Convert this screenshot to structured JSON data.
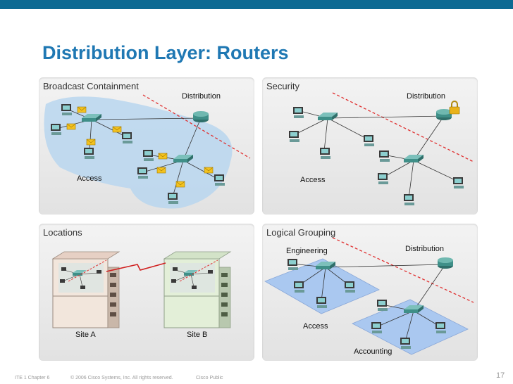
{
  "slide": {
    "title": "Distribution Layer: Routers",
    "page_number": "17"
  },
  "panels": {
    "broadcast": {
      "title": "Broadcast Containment",
      "distribution": "Distribution",
      "access": "Access"
    },
    "security": {
      "title": "Security",
      "distribution": "Distribution",
      "access": "Access"
    },
    "locations": {
      "title": "Locations",
      "site_a": "Site A",
      "site_b": "Site B"
    },
    "grouping": {
      "title": "Logical Grouping",
      "engineering": "Engineering",
      "distribution": "Distribution",
      "access": "Access",
      "accounting": "Accounting"
    }
  },
  "footer": {
    "chapter": "ITE 1 Chapter 6",
    "copyright": "© 2006 Cisco Systems, Inc. All rights reserved.",
    "classification": "Cisco Public"
  },
  "colors": {
    "title": "#1f78b3",
    "topbar": "#0d6a93",
    "boundary": "#e03030",
    "broadcast_domain": "#b8d6ee",
    "floor": "#aac8f0"
  }
}
